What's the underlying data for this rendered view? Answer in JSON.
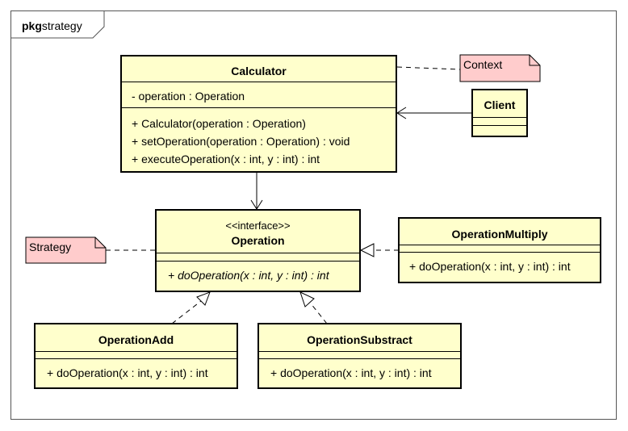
{
  "package": {
    "keyword": "pkg",
    "name": "strategy"
  },
  "notes": {
    "context": "Context",
    "strategy": "Strategy"
  },
  "classes": {
    "calculator": {
      "name": "Calculator",
      "attributes": [
        "- operation : Operation"
      ],
      "operations": [
        "+ Calculator(operation : Operation)",
        "+ setOperation(operation : Operation) : void",
        "+ executeOperation(x : int, y : int) : int"
      ]
    },
    "client": {
      "name": "Client"
    },
    "operation": {
      "stereotype": "<<interface>>",
      "name": "Operation",
      "operations": [
        "+ doOperation(x : int, y : int) : int"
      ]
    },
    "operation_multiply": {
      "name": "OperationMultiply",
      "operations": [
        "+ doOperation(x : int, y : int) : int"
      ]
    },
    "operation_add": {
      "name": "OperationAdd",
      "operations": [
        "+ doOperation(x : int, y : int) : int"
      ]
    },
    "operation_substract": {
      "name": "OperationSubstract",
      "operations": [
        "+ doOperation(x : int, y : int) : int"
      ]
    }
  },
  "colors": {
    "class_fill": "#ffffcc",
    "note_fill": "#ffcccc",
    "line": "#000000"
  }
}
